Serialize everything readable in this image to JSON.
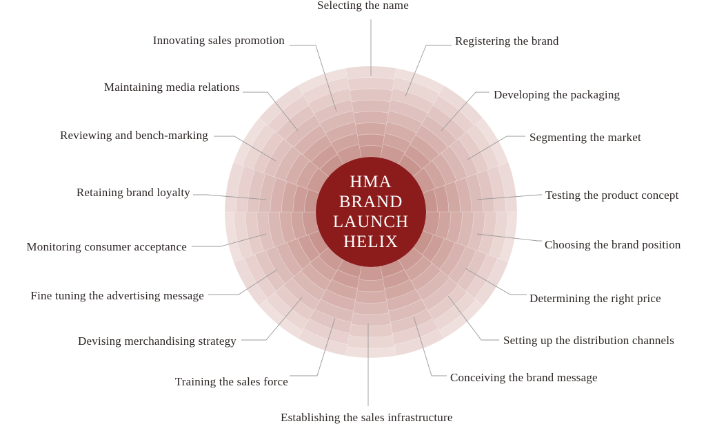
{
  "title_lines": [
    "HMA",
    "BRAND",
    "LAUNCH",
    "HELIX"
  ],
  "colors": {
    "center": "#8c1c1c",
    "segment_base": "#b0665e",
    "leader": "#999999",
    "text": "#2a2422"
  },
  "segments": [
    "Selecting the name",
    "Registering the brand",
    "Developing the packaging",
    "Segmenting the market",
    "Testing the product concept",
    "Choosing the brand position",
    "Determining the right price",
    "Setting up the distribution channels",
    "Conceiving the brand message",
    "Establishing the sales infrastructure",
    "Training the sales force",
    "Devising merchandising strategy",
    "Fine tuning the advertising message",
    "Monitoring consumer acceptance",
    "Retaining brand loyalty",
    "Reviewing and bench-marking",
    "Maintaining media relations",
    "Innovating sales promotion"
  ]
}
